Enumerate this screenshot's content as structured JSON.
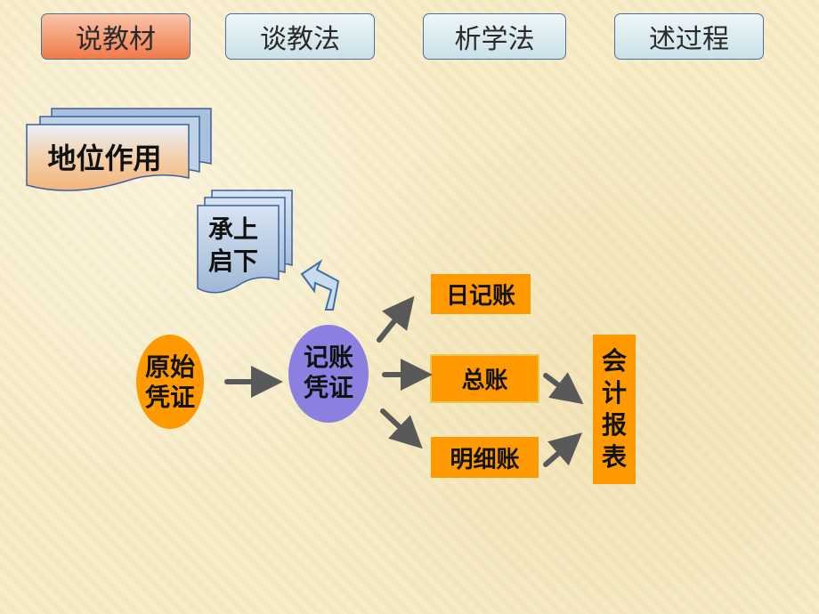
{
  "tabs": [
    {
      "label": "说教材",
      "active": true
    },
    {
      "label": "谈教法",
      "active": false
    },
    {
      "label": "析学法",
      "active": false
    },
    {
      "label": "述过程",
      "active": false
    }
  ],
  "section_title": "地位作用",
  "role_doc": {
    "line1": "承上",
    "line2": "启下"
  },
  "nodes": {
    "source_voucher": {
      "line1": "原始",
      "line2": "凭证"
    },
    "accounting_voucher": {
      "line1": "记账",
      "line2": "凭证"
    },
    "daybook": "日记账",
    "general_ledger": "总账",
    "detail_ledger": "明细账",
    "financial_report": [
      "会",
      "计",
      "报",
      "表"
    ]
  },
  "colors": {
    "background": "#f7ecc6",
    "active_tab": "#f07a4a",
    "inactive_tab": "#c9e1e8",
    "orange": "#ff9900",
    "purple": "#8b7fe0",
    "doc_blue": "#a9c1dd",
    "arrow": "#595959"
  }
}
